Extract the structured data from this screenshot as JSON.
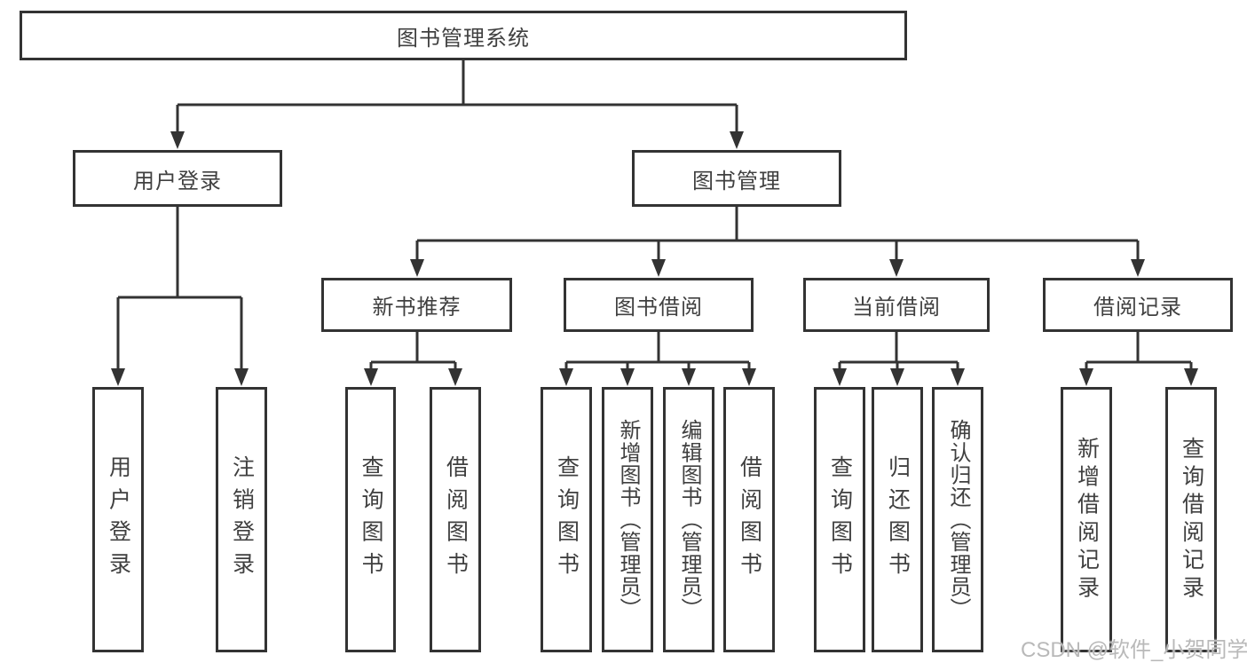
{
  "tree": {
    "root": {
      "label": "图书管理系统"
    },
    "branches": [
      {
        "label": "用户登录",
        "leaves": [
          {
            "label": "用户登录"
          },
          {
            "label": "注销登录"
          }
        ]
      },
      {
        "label": "图书管理",
        "sections": [
          {
            "label": "新书推荐",
            "leaves": [
              {
                "label": "查询图书"
              },
              {
                "label": "借阅图书"
              }
            ]
          },
          {
            "label": "图书借阅",
            "leaves": [
              {
                "label": "查询图书"
              },
              {
                "label": "新增图书（管理员）"
              },
              {
                "label": "编辑图书（管理员）"
              },
              {
                "label": "借阅图书"
              }
            ]
          },
          {
            "label": "当前借阅",
            "leaves": [
              {
                "label": "查询图书"
              },
              {
                "label": "归还图书"
              },
              {
                "label": "确认归还（管理员）"
              }
            ]
          },
          {
            "label": "借阅记录",
            "leaves": [
              {
                "label": "新增借阅记录"
              },
              {
                "label": "查询借阅记录"
              }
            ]
          }
        ]
      }
    ]
  },
  "watermark": {
    "text": "CSDN @软件_小贺同学"
  },
  "colors": {
    "line": "#333333",
    "box_border": "#333333",
    "text": "#404040",
    "watermark": "#b9b9b9",
    "background": "#ffffff"
  }
}
